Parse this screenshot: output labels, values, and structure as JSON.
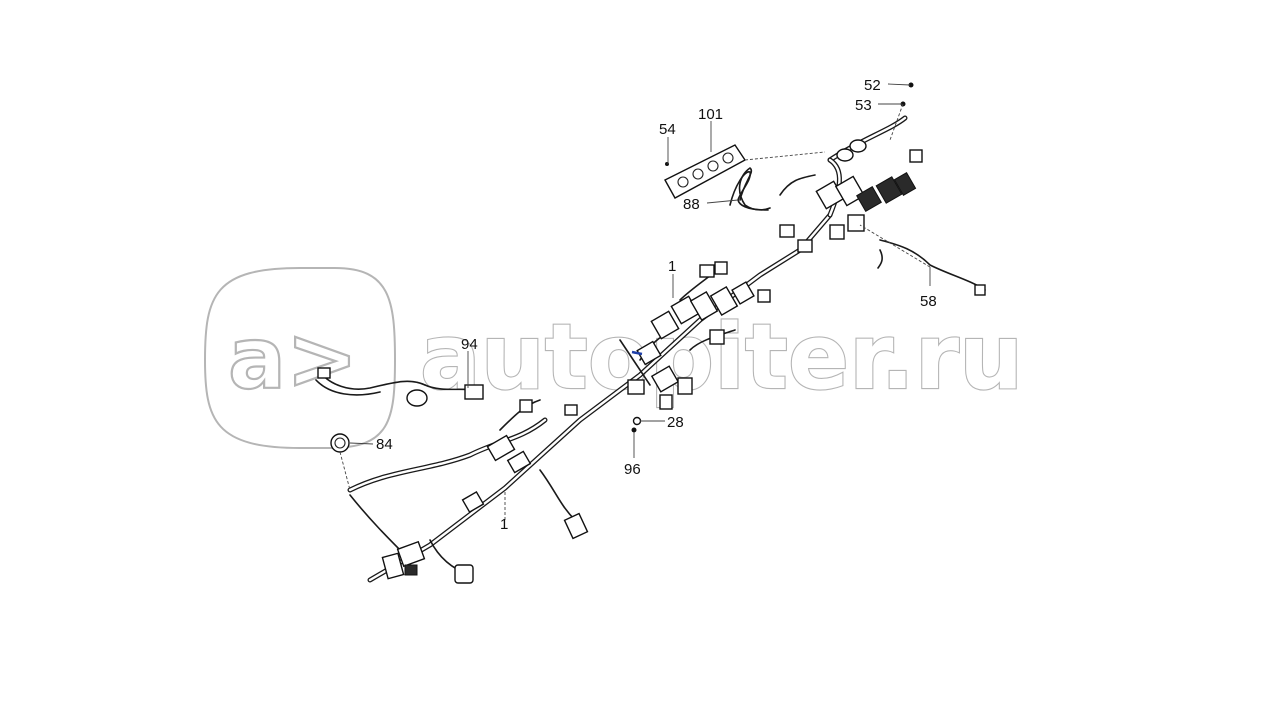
{
  "watermark": {
    "logo_text": "a>",
    "site_text": "autopiter.ru"
  },
  "callouts": {
    "c52": "52",
    "c53": "53",
    "c101": "101",
    "c54": "54",
    "c88": "88",
    "c1_top": "1",
    "c58": "58",
    "c94": "94",
    "c84": "84",
    "c28": "28",
    "c96": "96",
    "c1_bottom": "1"
  },
  "colors": {
    "line": "#1a1a1a",
    "watermark_outline": "#b5b5b5",
    "accent_mark": "#1f3fa8"
  }
}
